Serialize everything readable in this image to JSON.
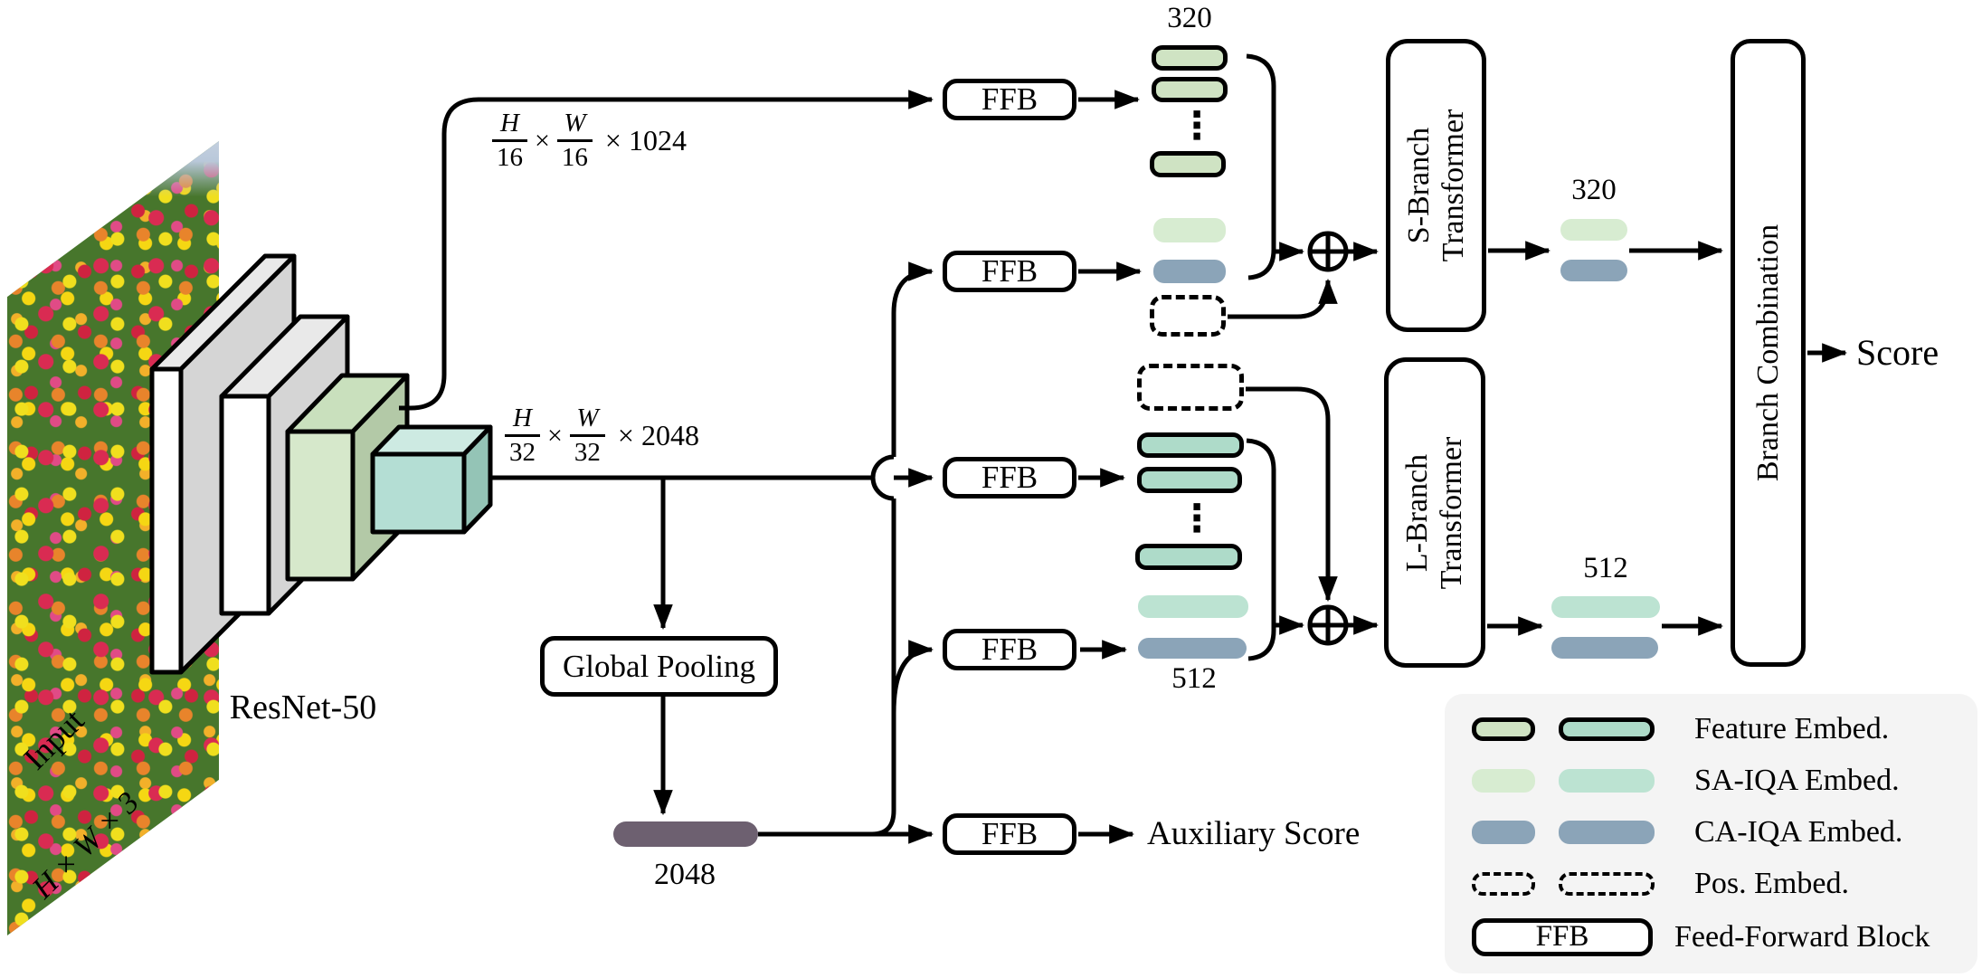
{
  "diagram": {
    "input": {
      "label": "Input",
      "dims": "H × W × 3"
    },
    "backbone": {
      "label": "ResNet-50"
    },
    "feat_s": {
      "h": "H",
      "h_den": "16",
      "times": "×",
      "w": "W",
      "w_den": "16",
      "channels": "× 1024"
    },
    "feat_l": {
      "h": "H",
      "h_den": "32",
      "times": "×",
      "w": "W",
      "w_den": "32",
      "channels": "× 2048"
    },
    "ffb_label": "FFB",
    "global_pooling": "Global Pooling",
    "pooled_dim": "2048",
    "aux_score": "Auxiliary Score",
    "s_stack_dim": "320",
    "l_stack_dim": "512",
    "s_out_dim": "320",
    "l_out_dim": "512",
    "ellipsis": "⋮",
    "s_branch": {
      "line1": "S-Branch",
      "line2": "Transformer"
    },
    "l_branch": {
      "line1": "L-Branch",
      "line2": "Transformer"
    },
    "branch_combination": "Branch Combination",
    "score": "Score"
  },
  "legend": {
    "items": [
      {
        "label": "Feature Embed."
      },
      {
        "label": "SA-IQA Embed."
      },
      {
        "label": "CA-IQA Embed."
      },
      {
        "label": "Pos. Embed."
      },
      {
        "sample": "FFB",
        "label": "Feed-Forward Block"
      }
    ]
  },
  "colors": {
    "feature_green": "#cfe3c3",
    "feature_teal": "#aedbc9",
    "sa_green": "#d7ecd1",
    "sa_teal": "#bce3d2",
    "ca_blue": "#8ba4b8",
    "pooled_purple": "#6d6070",
    "legend_bg": "#f4f4f4",
    "box_gray": "#d5d5d5",
    "box_gray_light": "#e9e9e9",
    "box_green_front": "#d6e8cb",
    "box_green_side": "#b3c9a7",
    "box_green_top": "#c9e0bd",
    "box_teal_front": "#b4ded4",
    "box_teal_side": "#94c4b6",
    "box_teal_top": "#cdeae2"
  }
}
